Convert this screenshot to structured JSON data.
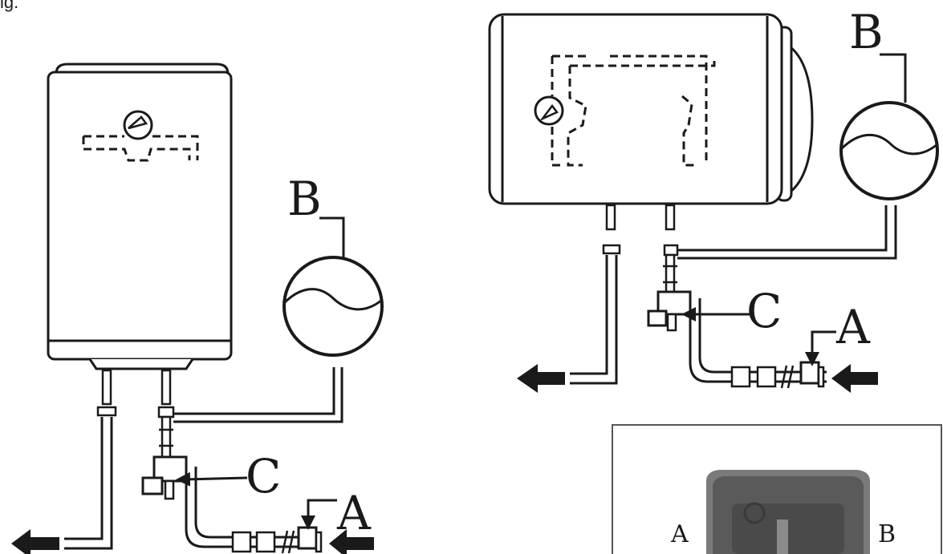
{
  "header_fragment": "ig.",
  "left_figure": {
    "label_b": "B",
    "label_c": "C",
    "label_a": "A"
  },
  "right_figure": {
    "label_b": "B",
    "label_c": "C",
    "label_a": "A"
  },
  "inset": {
    "label_a": "A",
    "label_b": "B"
  },
  "colors": {
    "line": "#1a1a1a",
    "tank_fill": "#ffffff",
    "inset_dark": "#4a4a4a",
    "inset_mid": "#7a7a7a"
  }
}
